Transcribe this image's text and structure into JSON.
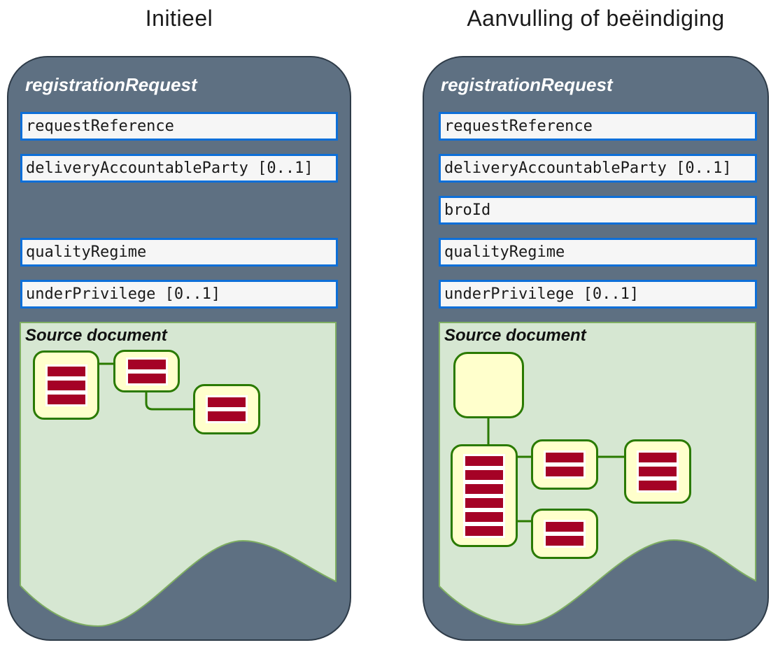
{
  "colors": {
    "panel_fill": "#5e7082",
    "panel_border": "#2e3b48",
    "field_border_blue": "#0d6fd8",
    "field_fill": "#f6f6f6",
    "source_area_fill": "#d6e7d2",
    "source_area_border": "#7fae63",
    "node_fill": "#ffffcc",
    "node_border_green": "#2a7a00",
    "bar_red": "#a50226",
    "header_text": "#ffffff",
    "title_text": "#1a1a1a"
  },
  "panels": [
    {
      "column_title": "Initieel",
      "header": "registrationRequest",
      "fields": [
        {
          "label": "requestReference"
        },
        {
          "label": "deliveryAccountableParty [0..1]"
        },
        {
          "label": "qualityRegime"
        },
        {
          "label": "underPrivilege [0..1]"
        }
      ],
      "source_document": {
        "label": "Source document",
        "nodes": [
          {
            "bars": 3
          },
          {
            "bars": 2
          },
          {
            "bars": 2
          }
        ]
      }
    },
    {
      "column_title": "Aanvulling of beëindiging",
      "header": "registrationRequest",
      "fields": [
        {
          "label": "requestReference"
        },
        {
          "label": "deliveryAccountableParty [0..1]"
        },
        {
          "label": "broId"
        },
        {
          "label": "qualityRegime"
        },
        {
          "label": "underPrivilege [0..1]"
        }
      ],
      "source_document": {
        "label": "Source document",
        "nodes": [
          {
            "bars": 0
          },
          {
            "bars": 6
          },
          {
            "bars": 2
          },
          {
            "bars": 3
          },
          {
            "bars": 2
          }
        ]
      }
    }
  ]
}
